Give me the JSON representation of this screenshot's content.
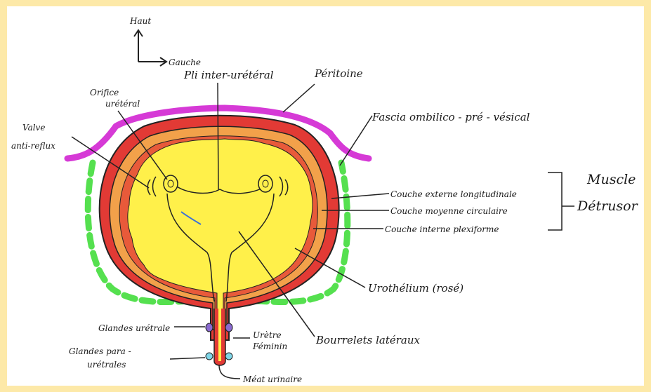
{
  "orientation": {
    "up": "Haut",
    "left": "Gauche"
  },
  "labels": {
    "pli_inter_ureteral": "Pli inter-urétéral",
    "peritoine": "Péritoine",
    "orifice_ureteral_1": "Orifice",
    "orifice_ureteral_2": "urétéral",
    "fascia": "Fascia ombilico - pré - vésical",
    "valve_1": "Valve",
    "valve_2": "anti-reflux",
    "couche_externe": "Couche externe longitudinale",
    "couche_moyenne": "Couche moyenne circulaire",
    "couche_interne": "Couche interne plexiforme",
    "muscle_1": "Muscle",
    "muscle_2": "Détrusor",
    "urothelium": "Urothélium (rosé)",
    "bourrelets": "Bourrelets latéraux",
    "glandes_uretrales": "Glandes urétrale",
    "uretre_1": "Urètre",
    "uretre_2": "Féminin",
    "glandes_para_1": "Glandes para -",
    "glandes_para_2": "urétrales",
    "meat": "Méat urinaire"
  },
  "colors": {
    "peritoneum": "#d63ad6",
    "fascia": "#55e04f",
    "outer_layer": "#e23a35",
    "middle_layer": "#f2a14a",
    "mucosa": "#fff04a",
    "outline": "#222222",
    "background": "#fde9a8"
  }
}
